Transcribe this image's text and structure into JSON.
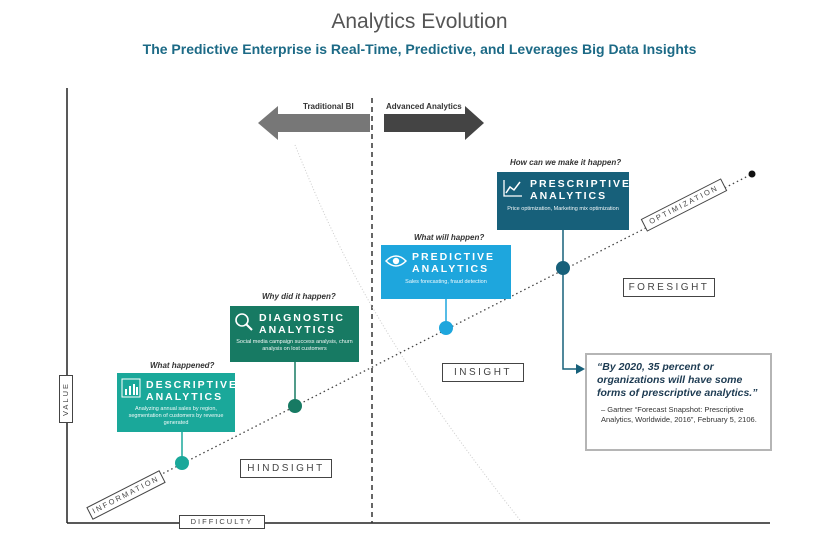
{
  "title": "Analytics Evolution",
  "subtitle": "The Predictive Enterprise is Real-Time, Predictive, and Leverages Big Data Insights",
  "arrows": {
    "left": "Traditional BI",
    "right": "Advanced Analytics"
  },
  "axes": {
    "y": "VALUE",
    "x": "DIFFICULTY"
  },
  "diagonal": {
    "start": "INFORMATION",
    "end": "OPTIMIZATION"
  },
  "stages": {
    "hindsight": "HINDSIGHT",
    "insight": "INSIGHT",
    "foresight": "FORESIGHT"
  },
  "boxes": {
    "descriptive": {
      "question": "What happened?",
      "name1": "DESCRIPTIVE",
      "name2": "ANALYTICS",
      "desc": "Analyzing annual sales by region, segmentation of customers by revenue generated",
      "color": "#1aa89a"
    },
    "diagnostic": {
      "question": "Why did it happen?",
      "name1": "DIAGNOSTIC",
      "name2": "ANALYTICS",
      "desc": "Social media campaign success analysis, churn analysis on lost customers",
      "color": "#177a63"
    },
    "predictive": {
      "question": "What will happen?",
      "name1": "PREDICTIVE",
      "name2": "ANALYTICS",
      "desc": "Sales forecasting, fraud detection",
      "color": "#1ea6dd"
    },
    "prescriptive": {
      "question": "How can we make it happen?",
      "name1": "PRESCRIPTIVE",
      "name2": "ANALYTICS",
      "desc": "Price optimization, Marketing mix optimization",
      "color": "#17607a"
    }
  },
  "quote": {
    "text": "“By 2020, 35 percent or organizations will have some forms of prescriptive analytics.”",
    "citation": "– Gartner “Forecast Snapshot: Prescriptive Analytics, Worldwide, 2016”, February 5, 2106."
  }
}
